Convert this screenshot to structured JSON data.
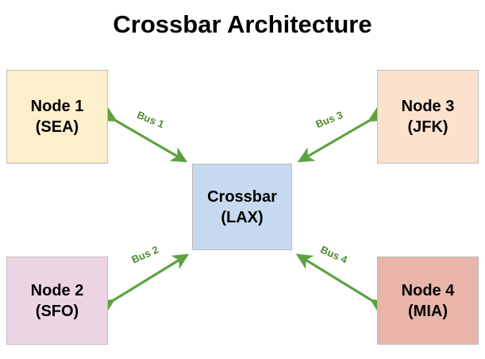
{
  "diagram": {
    "title": "Crossbar Architecture",
    "background_color": "#ffffff",
    "arrow_color": "#5ca340",
    "label_color": "#4e8a32",
    "border_color": "#bfbdbd",
    "nodes": [
      {
        "id": "node1",
        "name_line": "Node 1",
        "code_line": "(SEA)",
        "fill": "#fcefcb",
        "position": "top-left"
      },
      {
        "id": "node3",
        "name_line": "Node 3",
        "code_line": "(JFK)",
        "fill": "#fbe2cc",
        "position": "top-right"
      },
      {
        "id": "node2",
        "name_line": "Node 2",
        "code_line": "(SFO)",
        "fill": "#ecd5e2",
        "position": "bottom-left"
      },
      {
        "id": "node4",
        "name_line": "Node 4",
        "code_line": "(MIA)",
        "fill": "#e8b5a8",
        "position": "bottom-right"
      }
    ],
    "hub": {
      "id": "crossbar",
      "name_line": "Crossbar",
      "code_line": "(LAX)",
      "fill": "#c7d9f1"
    },
    "links": [
      {
        "id": "bus1",
        "label": "Bus 1",
        "from": "node1",
        "to": "crossbar",
        "bidirectional": true
      },
      {
        "id": "bus2",
        "label": "Bus 2",
        "from": "node2",
        "to": "crossbar",
        "bidirectional": true
      },
      {
        "id": "bus3",
        "label": "Bus 3",
        "from": "node3",
        "to": "crossbar",
        "bidirectional": true
      },
      {
        "id": "bus4",
        "label": "Bus 4",
        "from": "node4",
        "to": "crossbar",
        "bidirectional": true
      }
    ]
  }
}
